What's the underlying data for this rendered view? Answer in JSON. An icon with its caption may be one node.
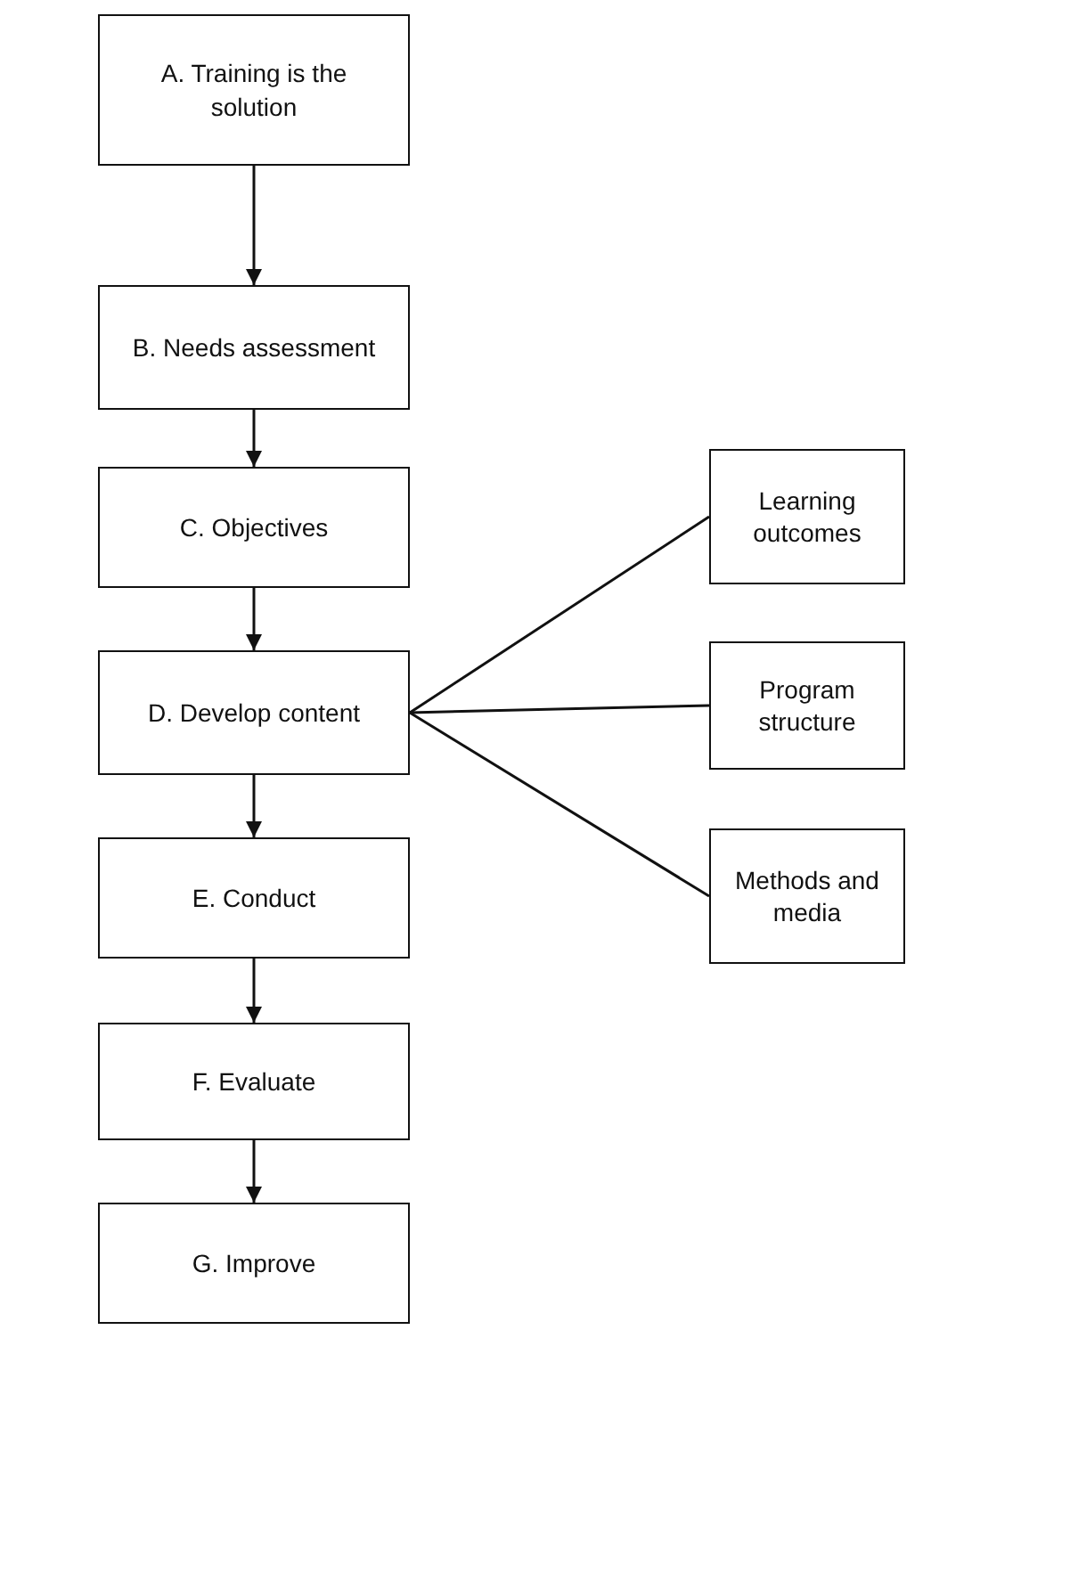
{
  "diagram": {
    "nodes": [
      {
        "text": [
          "A. Training is the solution"
        ]
      },
      {
        "text": [
          "B. Needs assessment"
        ]
      },
      {
        "text": [
          "C. Objectives"
        ]
      },
      {
        "text": [
          "D. Develop content"
        ]
      },
      {
        "text": [
          "E. Conduct"
        ]
      },
      {
        "text": [
          "F. Evaluate"
        ]
      },
      {
        "text": [
          "G. Improve"
        ]
      },
      {
        "text": [
          "Learning outcomes"
        ]
      },
      {
        "text": [
          "Program structure"
        ]
      },
      {
        "text": [
          "Methods and media"
        ]
      }
    ],
    "edges": [
      {
        "from": 0,
        "to": 1,
        "arrow": "to"
      },
      {
        "from": 1,
        "to": 2,
        "arrow": "to"
      },
      {
        "from": 2,
        "to": 3,
        "arrow": "to"
      },
      {
        "from": 3,
        "to": 4,
        "arrow": "to"
      },
      {
        "from": 4,
        "to": 5,
        "arrow": "to"
      },
      {
        "from": 5,
        "to": 6,
        "arrow": "to"
      },
      {
        "from": 3,
        "to": 7,
        "arrow": "none"
      },
      {
        "from": 3,
        "to": 8,
        "arrow": "none"
      },
      {
        "from": 3,
        "to": 9,
        "arrow": "none"
      }
    ]
  }
}
